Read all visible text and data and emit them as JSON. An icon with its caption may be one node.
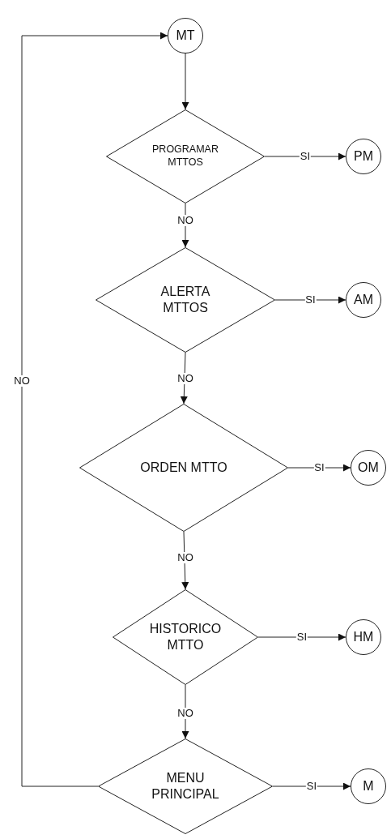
{
  "diagram": {
    "nodes": [
      {
        "text": [
          "MT"
        ]
      },
      {
        "text": [
          "PROGRAMAR MTTOS"
        ]
      },
      {
        "text": [
          "PM"
        ]
      },
      {
        "text": [
          "ALERTA MTTOS"
        ]
      },
      {
        "text": [
          "AM"
        ]
      },
      {
        "text": [
          "ORDEN MTTO"
        ]
      },
      {
        "text": [
          "OM"
        ]
      },
      {
        "text": [
          "HISTORICO MTTO"
        ]
      },
      {
        "text": [
          "HM"
        ]
      },
      {
        "text": [
          "MENU PRINCIPAL"
        ]
      },
      {
        "text": [
          "M"
        ]
      }
    ],
    "edges": [
      {
        "from": 0,
        "to": 1,
        "arrow": "to"
      },
      {
        "from": 1,
        "to": 2,
        "arrow": "to",
        "label": "SI"
      },
      {
        "from": 1,
        "to": 3,
        "arrow": "to",
        "label": "NO"
      },
      {
        "from": 3,
        "to": 4,
        "arrow": "to",
        "label": "SI"
      },
      {
        "from": 3,
        "to": 5,
        "arrow": "to",
        "label": "NO"
      },
      {
        "from": 5,
        "to": 6,
        "arrow": "to",
        "label": "SI"
      },
      {
        "from": 5,
        "to": 7,
        "arrow": "to",
        "label": "NO"
      },
      {
        "from": 7,
        "to": 8,
        "arrow": "to",
        "label": "SI"
      },
      {
        "from": 7,
        "to": 9,
        "arrow": "to",
        "label": "NO"
      },
      {
        "from": 9,
        "to": 10,
        "arrow": "to",
        "label": "SI"
      },
      {
        "from": 9,
        "to": 0,
        "arrow": "to",
        "label": "NO"
      }
    ]
  }
}
